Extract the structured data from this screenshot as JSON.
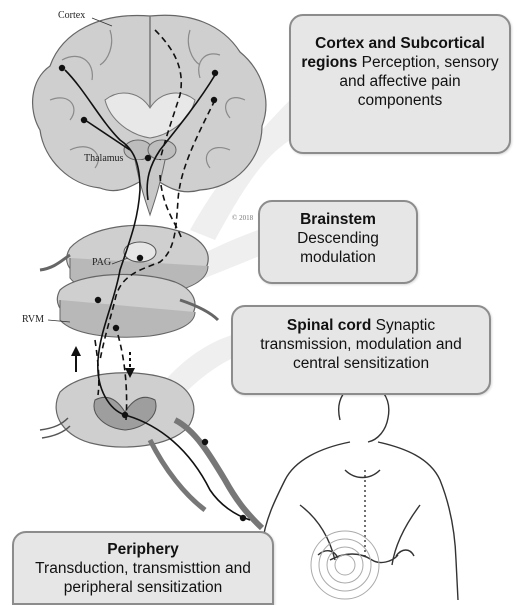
{
  "labels": {
    "cortex": "Cortex",
    "thalamus": "Thalamus",
    "pag": "PAG",
    "rvm": "RVM",
    "signature": "© 2018"
  },
  "callouts": {
    "cortex": {
      "title": "Cortex and Subcortical regions",
      "body": "Perception, sensory and affective pain components"
    },
    "brainstem": {
      "title": "Brainstem",
      "body": "Descending modulation"
    },
    "spinal": {
      "title": "Spinal cord",
      "body": "Synaptic transmission, modulation and central sensitization"
    },
    "periphery": {
      "title": "Periphery",
      "body": "Transduction, transmisttion and peripheral sensitization"
    }
  },
  "colors": {
    "callout_fill": "#e6e6e6",
    "callout_border": "#8c8c8c",
    "tissue": "#d9d9d9",
    "tissue_dark": "#9a9a9a",
    "pathway": "#111111"
  }
}
